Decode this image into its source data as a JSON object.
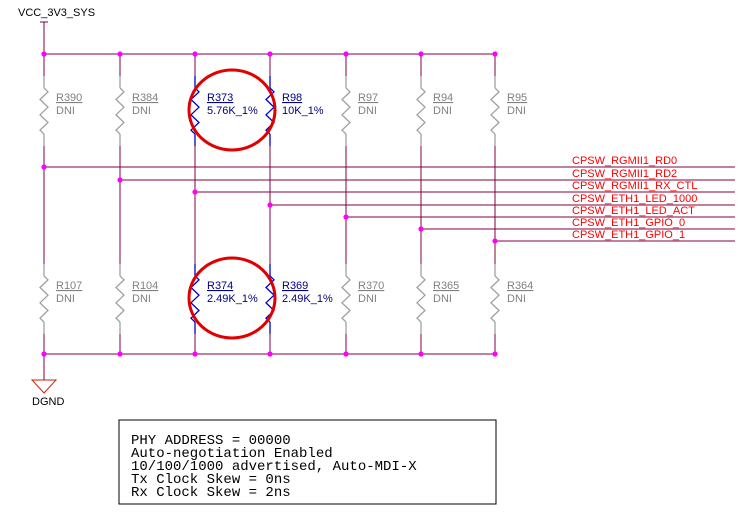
{
  "power": {
    "vcc_label": "VCC_3V3_SYS",
    "gnd_label": "DGND"
  },
  "top_resistors": [
    {
      "ref": "R390",
      "value": "DNI",
      "highlight": false
    },
    {
      "ref": "R384",
      "value": "DNI",
      "highlight": false
    },
    {
      "ref": "R373",
      "value": "5.76K_1%",
      "highlight": true
    },
    {
      "ref": "R98",
      "value": "10K_1%",
      "highlight": true
    },
    {
      "ref": "R97",
      "value": "DNI",
      "highlight": false
    },
    {
      "ref": "R94",
      "value": "DNI",
      "highlight": false
    },
    {
      "ref": "R95",
      "value": "DNI",
      "highlight": false
    }
  ],
  "bottom_resistors": [
    {
      "ref": "R107",
      "value": "DNI",
      "highlight": false
    },
    {
      "ref": "R104",
      "value": "DNI",
      "highlight": false
    },
    {
      "ref": "R374",
      "value": "2.49K_1%",
      "highlight": true
    },
    {
      "ref": "R369",
      "value": "2.49K_1%",
      "highlight": true
    },
    {
      "ref": "R370",
      "value": "DNI",
      "highlight": false
    },
    {
      "ref": "R365",
      "value": "DNI",
      "highlight": false
    },
    {
      "ref": "R364",
      "value": "DNI",
      "highlight": false
    }
  ],
  "signals": [
    "CPSW_RGMII1_RD0",
    "CPSW_RGMII1_RD2",
    "CPSW_RGMII1_RX_CTL",
    "CPSW_ETH1_LED_1000",
    "CPSW_ETH1_LED_ACT",
    "CPSW_ETH1_GPIO_0",
    "CPSW_ETH1_GPIO_1"
  ],
  "notes": [
    "PHY ADDRESS = 00000",
    "Auto-negotiation  Enabled",
    "10/100/1000  advertised,  Auto-MDI-X",
    "Tx Clock Skew = 0ns",
    "Rx Clock Skew = 2ns"
  ],
  "colors": {
    "wire": "#800040",
    "junction": "#ff00ff",
    "resistor_dni": "#a0a0a0",
    "resistor_active": "#0000cc",
    "label_active": "#000080",
    "label_dni": "#808080",
    "signal_text": "#ff0000",
    "highlight_circle": "#e00000"
  }
}
